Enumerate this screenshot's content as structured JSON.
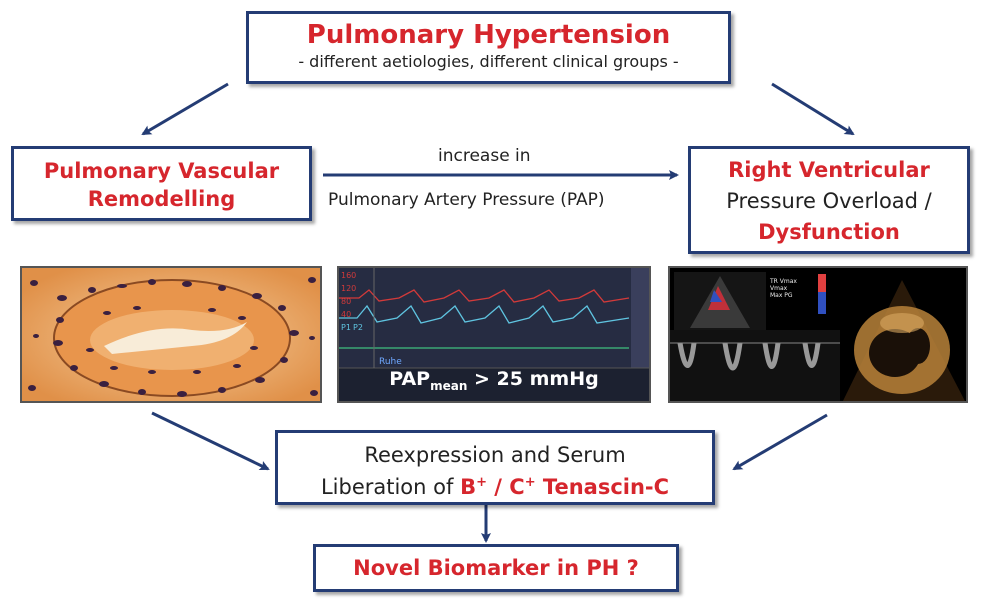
{
  "top_box": {
    "title": "Pulmonary Hypertension",
    "subtitle": "- different aetiologies, different clinical groups -"
  },
  "left_box": {
    "line1": "Pulmonary Vascular",
    "line2": "Remodelling"
  },
  "right_box": {
    "line1": "Right Ventricular",
    "line2": "Pressure Overload /",
    "line3": "Dysfunction"
  },
  "middle_arrow": {
    "label_top": "increase in",
    "label_bottom": "Pulmonary Artery Pressure (PAP)"
  },
  "monitor": {
    "label_pre": "PAP",
    "label_sub": "mean",
    "label_post": " > 25 mmHg",
    "tag": "Ruhe",
    "scale_marks": [
      "160",
      "120",
      "80",
      "40",
      "P1",
      "P2"
    ]
  },
  "echo": {
    "readout": [
      "TR Vmax",
      "Vmax",
      "Max PG"
    ]
  },
  "center_box": {
    "line1": "Reexpression and Serum",
    "line2_pre": "Liberation of ",
    "b": "B",
    "sup1": "+",
    "slash": " / ",
    "c": "C",
    "sup2": "+",
    "tenascin": " Tenascin-C"
  },
  "bottom_box": {
    "label": "Novel Biomarker in PH ?"
  },
  "colors": {
    "accent_red": "#d6262d",
    "navy": "#243c74",
    "monitor_bg": "#1c2130"
  }
}
